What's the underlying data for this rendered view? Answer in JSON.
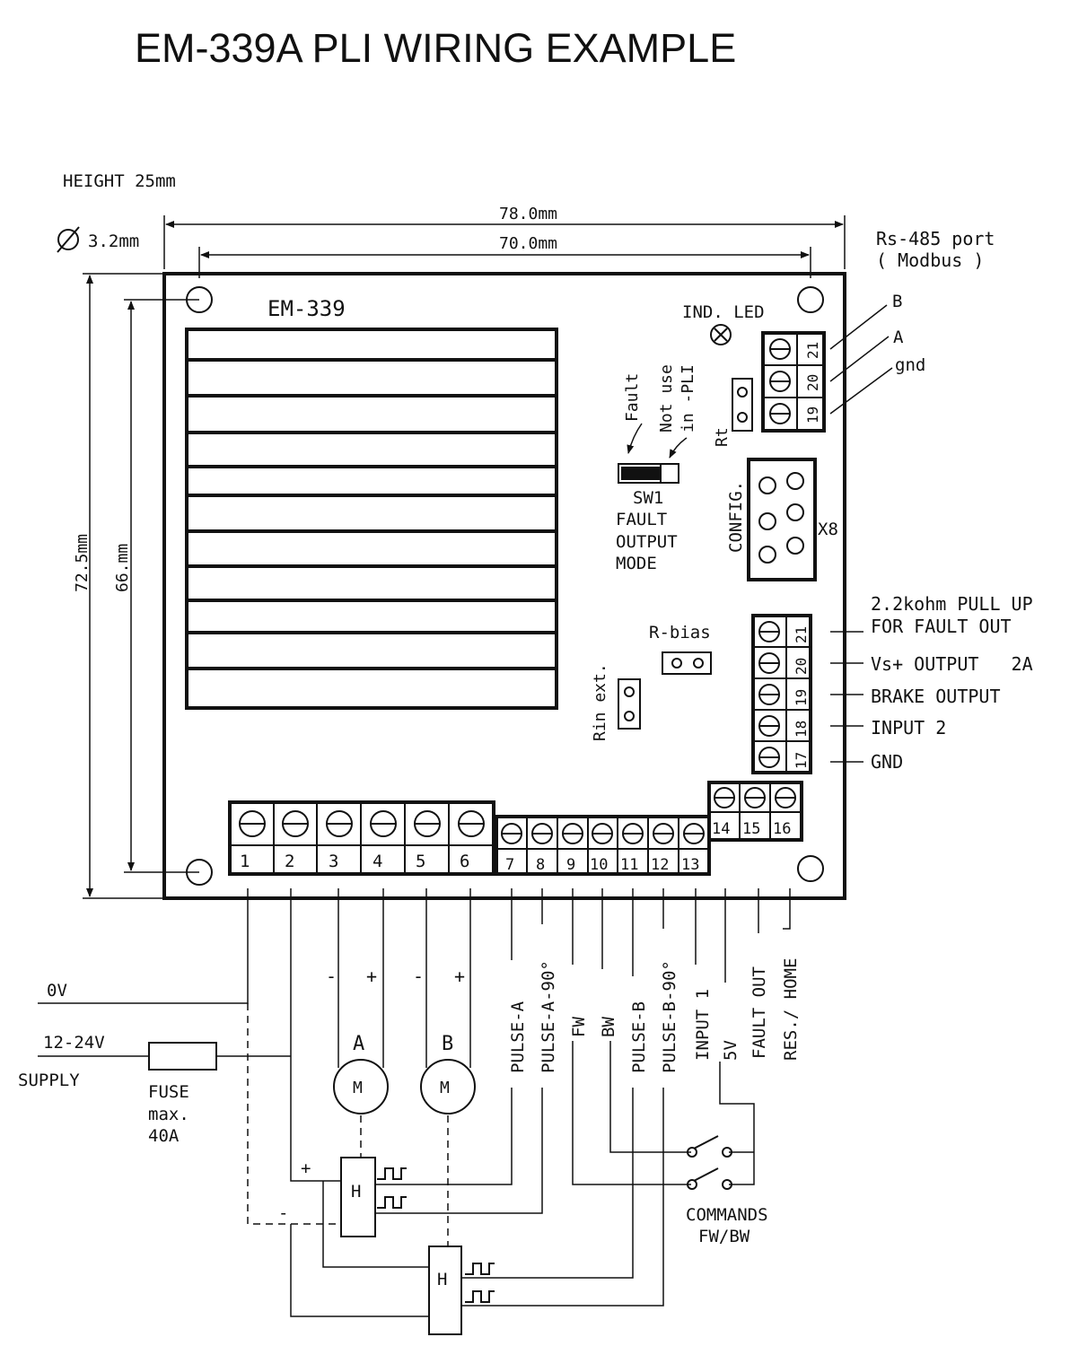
{
  "title": "EM-339A PLI WIRING EXAMPLE",
  "board": {
    "name": "EM-339",
    "height": "HEIGHT 25mm",
    "hole": "3.2mm",
    "dim_outer_w": "78.0mm",
    "dim_inner_w": "70.0mm",
    "dim_outer_h": "72.5mm",
    "dim_inner_h": "66.mm",
    "ind_led": "IND. LED",
    "rt": "Rt",
    "fault": "Fault",
    "not_use_1": "Not use",
    "not_use_2": "in -PLI",
    "sw1": "SW1",
    "fault_output_mode": [
      "FAULT",
      "OUTPUT",
      "MODE"
    ],
    "config": "CONFIG.",
    "x8": "X8",
    "r_bias": "R-bias",
    "rin_ext": "Rin ext."
  },
  "rs485": {
    "title_1": "Rs-485 port",
    "title_2": "( Modbus )",
    "lines": [
      "B",
      "A",
      "gnd"
    ],
    "pins": [
      "21",
      "20",
      "19"
    ]
  },
  "right_io": {
    "pins": [
      "21",
      "20",
      "19",
      "18",
      "17"
    ],
    "labels": [
      "2.2kohm PULL UP",
      "FOR FAULT OUT",
      "Vs+ OUTPUT   2A",
      "BRAKE OUTPUT",
      "INPUT 2",
      "GND"
    ]
  },
  "bottom_terminals": {
    "power": [
      "1",
      "2",
      "3",
      "4",
      "5",
      "6"
    ],
    "signal": [
      "7",
      "8",
      "9",
      "10",
      "11",
      "12",
      "13"
    ],
    "upper": [
      "14",
      "15",
      "16"
    ],
    "signal_labels": [
      "PULSE-A",
      "PULSE-A-90°",
      "FW",
      "BW",
      "PULSE-B",
      "PULSE-B-90°",
      "INPUT 1",
      "5V",
      "FAULT OUT",
      "RES./ HOME"
    ]
  },
  "external": {
    "zero_v": "0V",
    "supply_v": "12-24V",
    "supply": "SUPPLY",
    "fuse": [
      "FUSE",
      "max.",
      "40A"
    ],
    "minus": "-",
    "plus": "+",
    "motor_a": "A",
    "motor_b": "B",
    "motor_symbol": "M",
    "hall_symbol": "H",
    "commands": [
      "COMMANDS",
      "FW/BW"
    ]
  },
  "colors": {
    "ink": "#111111",
    "paper": "#ffffff"
  }
}
